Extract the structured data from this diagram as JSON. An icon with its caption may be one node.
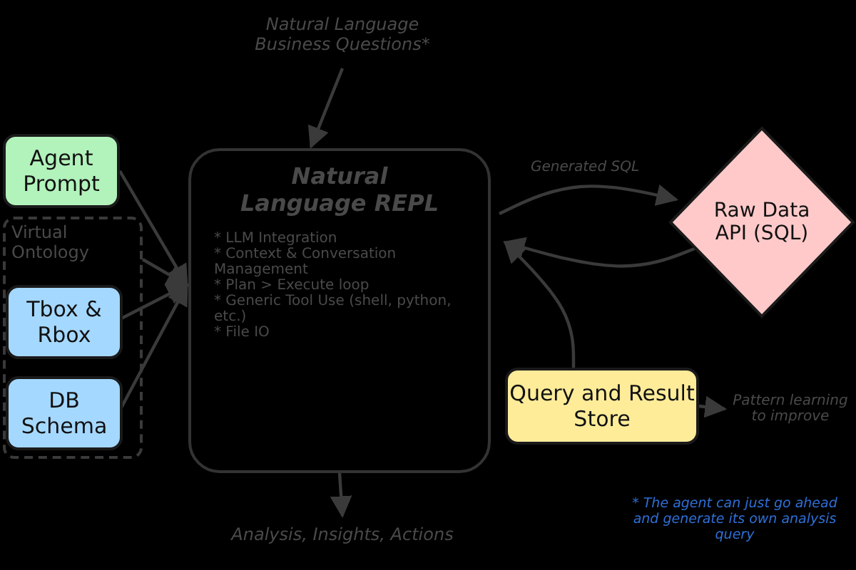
{
  "diagram": {
    "nodes": [
      {
        "text": [
          "Natural Language Business Questions*"
        ]
      },
      {
        "text": [
          "Natural Language REPL",
          "* LLM Integration",
          "* Context & Conversation Management",
          "* Plan > Execute loop",
          "* Generic Tool Use (shell, python, etc.)",
          "* File IO"
        ]
      },
      {
        "text": [
          "Agent Prompt"
        ]
      },
      {
        "text": [
          "Virtual Ontology"
        ]
      },
      {
        "text": [
          "Tbox & Rbox"
        ],
        "in": 3
      },
      {
        "text": [
          "DB Schema"
        ],
        "in": 3
      },
      {
        "text": [
          "Raw Data API (SQL)"
        ]
      },
      {
        "text": [
          "Query and Result Store"
        ]
      },
      {
        "text": [
          "Pattern learning to improve"
        ]
      },
      {
        "text": [
          "Analysis, Insights, Actions"
        ]
      }
    ],
    "edges": [
      {
        "from": 0,
        "to": 1,
        "arrow": "to"
      },
      {
        "from": 2,
        "to": 1,
        "arrow": "to"
      },
      {
        "from": 3,
        "to": 1,
        "arrow": "to"
      },
      {
        "from": 4,
        "to": 1,
        "arrow": "to"
      },
      {
        "from": 5,
        "to": 1,
        "arrow": "to"
      },
      {
        "from": 1,
        "to": 6,
        "arrow": "to",
        "label": "Generated SQL"
      },
      {
        "from": 6,
        "to": 1,
        "arrow": "to"
      },
      {
        "from": 7,
        "to": 1,
        "arrow": "to"
      },
      {
        "from": 7,
        "to": 8,
        "arrow": "to"
      },
      {
        "from": 1,
        "to": 9,
        "arrow": "to"
      }
    ],
    "labels": [
      "* The agent can just go ahead and generate its own analysis query"
    ]
  }
}
